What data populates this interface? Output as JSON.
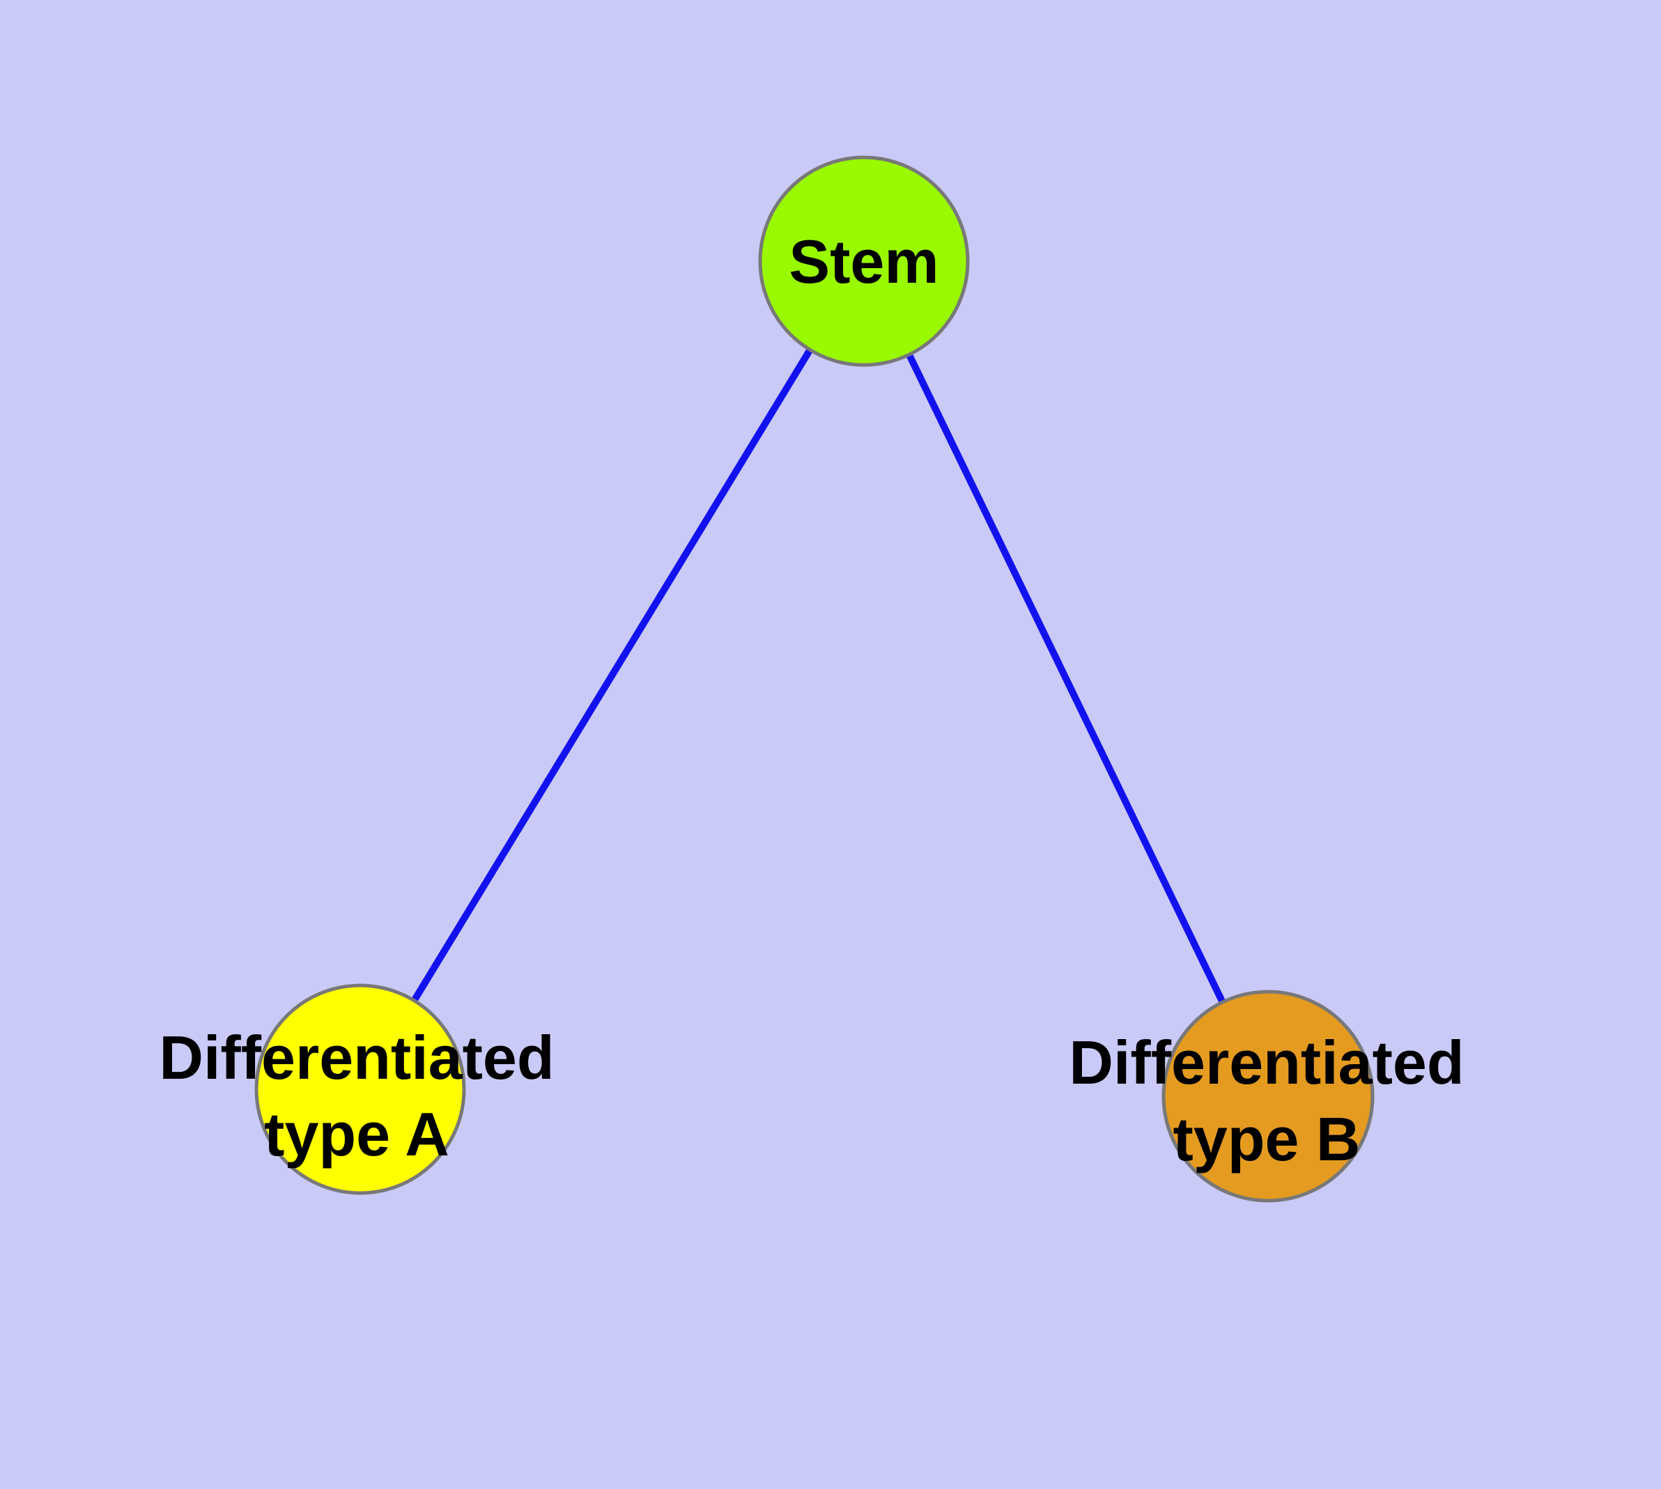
{
  "diagram": {
    "kind": "node-link-graph",
    "background_color": "#CACAF8",
    "edge_color": "#1212F0",
    "node_border_color": "#787878",
    "label_color": "#000000",
    "nodes": [
      {
        "id": "stem",
        "label": "Stem",
        "fill_color": "#99FA00"
      },
      {
        "id": "differentiated-type-a",
        "label_line1": "Differentiated",
        "label_line2": "type A",
        "fill_color": "#FFFF00"
      },
      {
        "id": "differentiated-type-b",
        "label_line1": "Differentiated",
        "label_line2": "type B",
        "fill_color": "#E49B1F"
      }
    ],
    "edges": [
      {
        "from": "stem",
        "to": "differentiated-type-a"
      },
      {
        "from": "stem",
        "to": "differentiated-type-b"
      }
    ]
  }
}
